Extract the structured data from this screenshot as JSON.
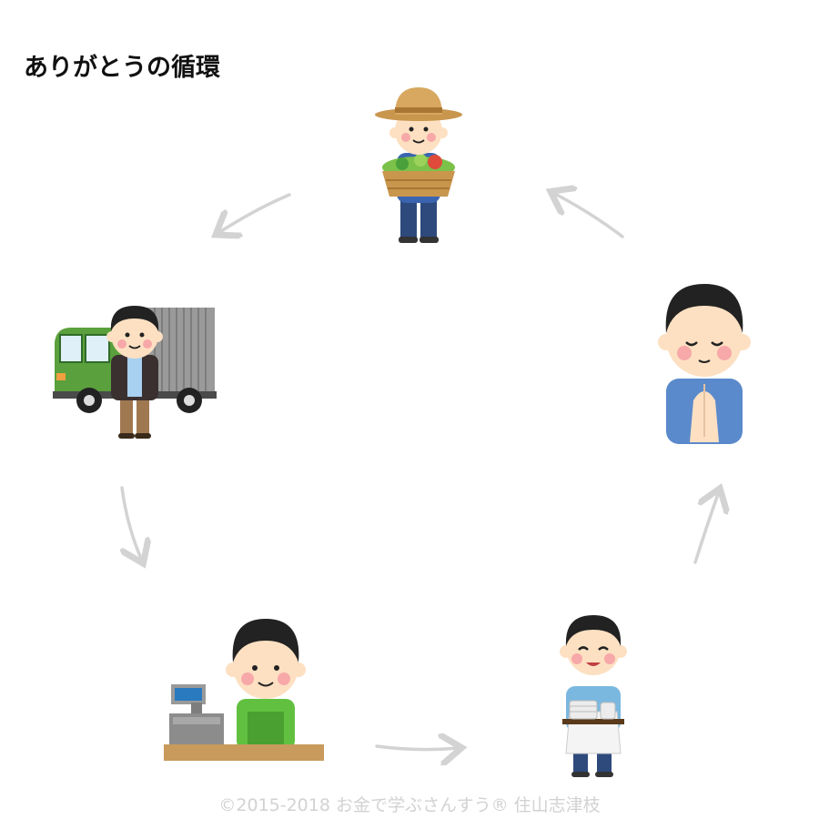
{
  "title": "ありがとうの循環",
  "copyright": "©2015-2018 お金で学ぶさんすう® 住山志津枝",
  "colors": {
    "arrow": "#d3d3d3",
    "skin": "#fde0c2",
    "cheek": "#f7a8a8",
    "hair": "#222222"
  },
  "figures": [
    {
      "name": "farmer",
      "icon": "farmer-with-vegetable-basket"
    },
    {
      "name": "truck-driver",
      "icon": "delivery-truck-driver"
    },
    {
      "name": "shop-clerk",
      "icon": "cashier-at-register"
    },
    {
      "name": "waiter",
      "icon": "waiter-carrying-dishes"
    },
    {
      "name": "diner",
      "icon": "person-saying-thanks"
    }
  ]
}
